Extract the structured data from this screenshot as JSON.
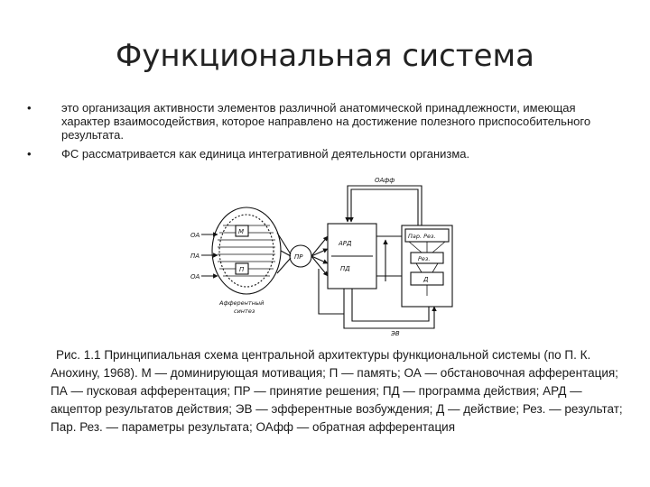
{
  "slide": {
    "title": "Функциональная система",
    "bullets": [
      "это организация активности элементов различной анатомической принадлежности, имеющая характер взаимосодействия, которое направлено на достижение полезного приспособительного результата.",
      "ФС рассматривается как единица интегративной деятельности организма."
    ],
    "bullet_glyph": "•",
    "caption": "Рис. 1.1 Принципиальная схема центральной архитектуры функциональной системы (по П. К. Анохину, 1968). М — доминирующая мотивация; П — память; ОА — обстановочная афферентация; ПА — пусковая афферентация; ПР — принятие решения; ПД — программа действия; АРД — акцептор результатов действия; ЭВ — эфферентные возбуждения; Д — действие; Рез. — результат; Пар. Рез. — параметры результата; ОАфф — обратная афферентация"
  },
  "diagram": {
    "oa_top": "ОА",
    "pa": "ПА",
    "oa_bottom": "ОА",
    "m": "М",
    "p": "П",
    "pr": "ПР",
    "ard": "АРД",
    "pd": "ПД",
    "oaff": "ОАфф",
    "ev": "ЭВ",
    "par_rez": "Пар. Рез.",
    "rez": "Рез.",
    "d": "Д",
    "afferent_line1": "Афферентный",
    "afferent_line2": "синтез"
  }
}
